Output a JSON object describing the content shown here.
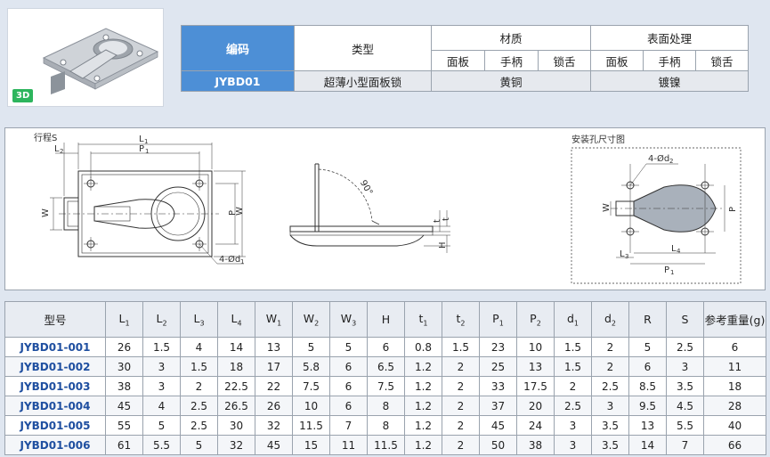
{
  "photo": {
    "badge": "3D"
  },
  "spec": {
    "code_header": "编码",
    "type_header": "类型",
    "material_header": "材质",
    "surface_header": "表面处理",
    "sub_headers": [
      "面板",
      "手柄",
      "锁舌",
      "面板",
      "手柄",
      "锁舌"
    ],
    "code": "JYBD01",
    "type": "超薄小型面板锁",
    "material": "黄铜",
    "surface": "镀镍"
  },
  "drawing": {
    "front": {
      "stroke_label": "行程S",
      "L1": "L",
      "L2": "L",
      "P1": "P",
      "W2": "W",
      "W1": "W",
      "P2": "P",
      "hole": "4-Ød"
    },
    "side": {
      "angle": "90°",
      "t1": "t",
      "t2": "t",
      "H": "H"
    },
    "install": {
      "title": "安装孔尺寸图",
      "hole": "4-Ød",
      "W3": "W",
      "P2": "P",
      "L3": "L",
      "L4": "L",
      "P1": "P"
    }
  },
  "table": {
    "headers": [
      "型号",
      "L",
      "L",
      "L",
      "L",
      "W",
      "W",
      "W",
      "H",
      "t",
      "t",
      "P",
      "P",
      "d",
      "d",
      "R",
      "S",
      "参考重量(g)"
    ],
    "header_subs": [
      "",
      "1",
      "2",
      "3",
      "4",
      "1",
      "2",
      "3",
      "",
      "1",
      "2",
      "1",
      "2",
      "1",
      "2",
      "",
      "",
      ""
    ],
    "rows": [
      [
        "JYBD01-001",
        "26",
        "1.5",
        "4",
        "14",
        "13",
        "5",
        "5",
        "6",
        "0.8",
        "1.5",
        "23",
        "10",
        "1.5",
        "2",
        "5",
        "2.5",
        "6"
      ],
      [
        "JYBD01-002",
        "30",
        "3",
        "1.5",
        "18",
        "17",
        "5.8",
        "6",
        "6.5",
        "1.2",
        "2",
        "25",
        "13",
        "1.5",
        "2",
        "6",
        "3",
        "11"
      ],
      [
        "JYBD01-003",
        "38",
        "3",
        "2",
        "22.5",
        "22",
        "7.5",
        "6",
        "7.5",
        "1.2",
        "2",
        "33",
        "17.5",
        "2",
        "2.5",
        "8.5",
        "3.5",
        "18"
      ],
      [
        "JYBD01-004",
        "45",
        "4",
        "2.5",
        "26.5",
        "26",
        "10",
        "6",
        "8",
        "1.2",
        "2",
        "37",
        "20",
        "2.5",
        "3",
        "9.5",
        "4.5",
        "28"
      ],
      [
        "JYBD01-005",
        "55",
        "5",
        "2.5",
        "30",
        "32",
        "11.5",
        "7",
        "8",
        "1.2",
        "2",
        "45",
        "24",
        "3",
        "3.5",
        "13",
        "5.5",
        "40"
      ],
      [
        "JYBD01-006",
        "61",
        "5.5",
        "5",
        "32",
        "45",
        "15",
        "11",
        "11.5",
        "1.2",
        "2",
        "50",
        "38",
        "3",
        "3.5",
        "14",
        "7",
        "66"
      ]
    ]
  }
}
